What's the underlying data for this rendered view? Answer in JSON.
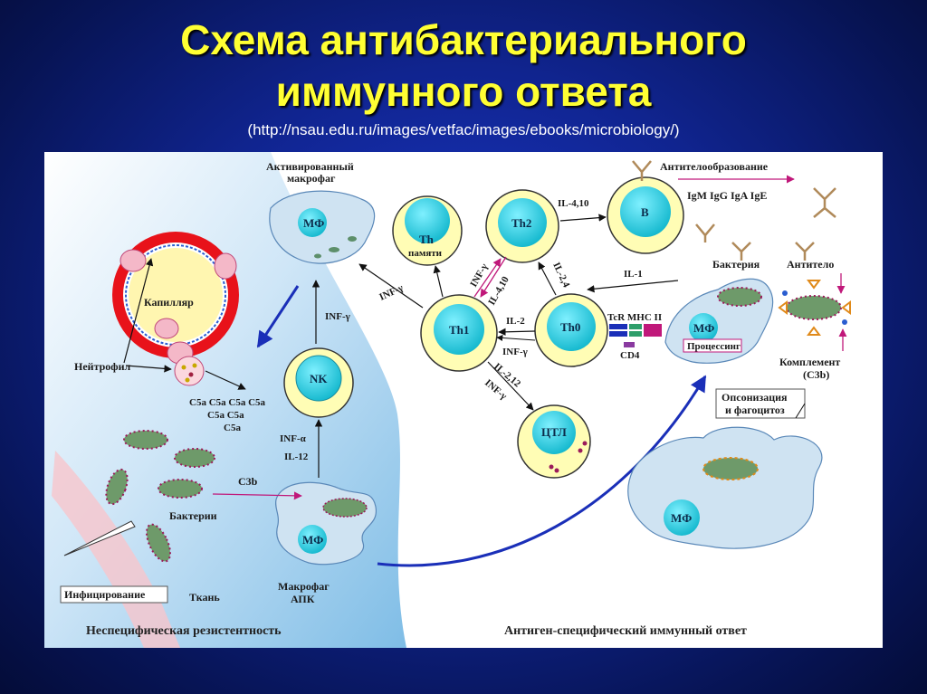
{
  "title_line1": "Схема антибактериального",
  "title_line2": "иммунного ответа",
  "source": "(http://nsau.edu.ru/images/vetfac/images/ebooks/microbiology/)",
  "labels": {
    "activated_macrophage": [
      "Активированный",
      "макрофаг"
    ],
    "mf": "МФ",
    "capillary": "Капилляр",
    "neutrophil": "Нейтрофил",
    "c5a_lines": [
      "C5a C5a C5a C5a",
      "C5a C5a",
      "C5a"
    ],
    "bacteria_left": "Бактерии",
    "c3b_left": "C3b",
    "infection": "Инфицирование",
    "tissue": "Ткань",
    "macrophage_apc": [
      "Макрофаг",
      "АПК"
    ],
    "nonspecific": "Неспецифическая резистентность",
    "specific": "Антиген-специфический иммунный ответ",
    "nk": "NK",
    "inf_gamma": "INF-γ",
    "inf_alpha": "INF-α",
    "il12": "IL-12",
    "il410": "IL-4,10",
    "il24": "IL-2,4",
    "il1": "IL-1",
    "il2": "IL-2",
    "il212": "IL-2,12",
    "th_memory": [
      "Th",
      "памяти"
    ],
    "th2": "Th2",
    "th1": "Th1",
    "th0": "Th0",
    "b": "B",
    "ctl": "ЦТЛ",
    "antibody_formation": "Антителообразование",
    "ig_classes": "IgM IgG IgA IgE",
    "bacterium": "Бактерия",
    "antibody": "Антитело",
    "tcr_mhc": "TcR MHC II",
    "processing": "Процессинг",
    "cd4": "CD4",
    "complement": [
      "Комплемент",
      "(C3b)"
    ],
    "opsonization": [
      "Опсонизация",
      "и фагоцитоз"
    ]
  },
  "colors": {
    "cell_fill": "#fffdb5",
    "nucleus": "#14c8dc",
    "macrophage": "#cfe3f2",
    "bacterium": "#6e9a6a",
    "dots": "#9b1b5a",
    "arrow": "#111111",
    "blue_arrow": "#1a2fb8",
    "magenta_arrow": "#c0187a",
    "capillary_red": "#e8121a"
  }
}
